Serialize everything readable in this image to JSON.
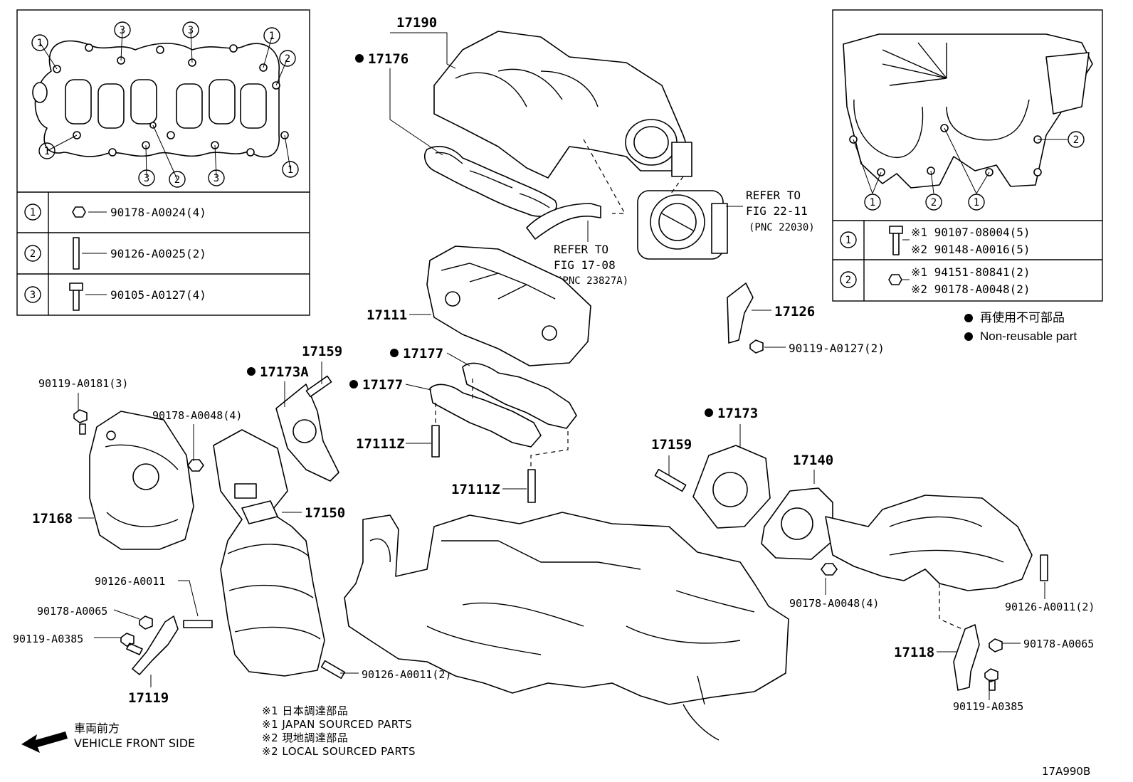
{
  "inset_left": {
    "callouts": [
      "1",
      "2",
      "3"
    ],
    "rows": [
      {
        "num": "1",
        "part": "90178-A0024(4)"
      },
      {
        "num": "2",
        "part": "90126-A0025(2)"
      },
      {
        "num": "3",
        "part": "90105-A0127(4)"
      }
    ]
  },
  "inset_right": {
    "rows": [
      {
        "num": "1",
        "line1": "※1 90107-08004(5)",
        "line2": "※2 90148-A0016(5)"
      },
      {
        "num": "2",
        "line1": "※1 94151-80841(2)",
        "line2": "※2 90178-A0048(2)"
      }
    ]
  },
  "legend": {
    "line1": "再使用不可部品",
    "line2": "Non-reusable part"
  },
  "labels": {
    "p17190": "17190",
    "p17176": "17176",
    "refer_a1": "REFER TO",
    "refer_a2": "FIG 22-11",
    "refer_a3": "(PNC 22030)",
    "refer_b1": "REFER TO",
    "refer_b2": "FIG 17-08",
    "refer_b3": "(PNC 23827A)",
    "p17111": "17111",
    "p17126": "17126",
    "p90119_0127": "90119-A0127(2)",
    "p17159a": "17159",
    "p17173a": "17173A",
    "p17177a": "17177",
    "p17177b": "17177",
    "p17111z_a": "17111Z",
    "p17111z_b": "17111Z",
    "p90119_0181": "90119-A0181(3)",
    "p90178_0048_4": "90178-A0048(4)",
    "p17168": "17168",
    "p17150": "17150",
    "p90126_0011": "90126-A0011",
    "p90178_0065a": "90178-A0065",
    "p90119_0385a": "90119-A0385",
    "p90126_0011_2a": "90126-A0011(2)",
    "p17119": "17119",
    "p17173": "17173",
    "p17159b": "17159",
    "p17140": "17140",
    "p90178_0048_4b": "90178-A0048(4)",
    "p90126_0011_2b": "90126-A0011(2)",
    "p17118": "17118",
    "p90178_0065b": "90178-A0065",
    "p90119_0385b": "90119-A0385"
  },
  "notes": [
    "※1  日本調達部品",
    "※1  JAPAN SOURCED PARTS",
    "※2  現地調達部品",
    "※2  LOCAL SOURCED PARTS"
  ],
  "front": {
    "jp": "車両前方",
    "en": "VEHICLE FRONT SIDE"
  },
  "illustration_code": "17A990B"
}
